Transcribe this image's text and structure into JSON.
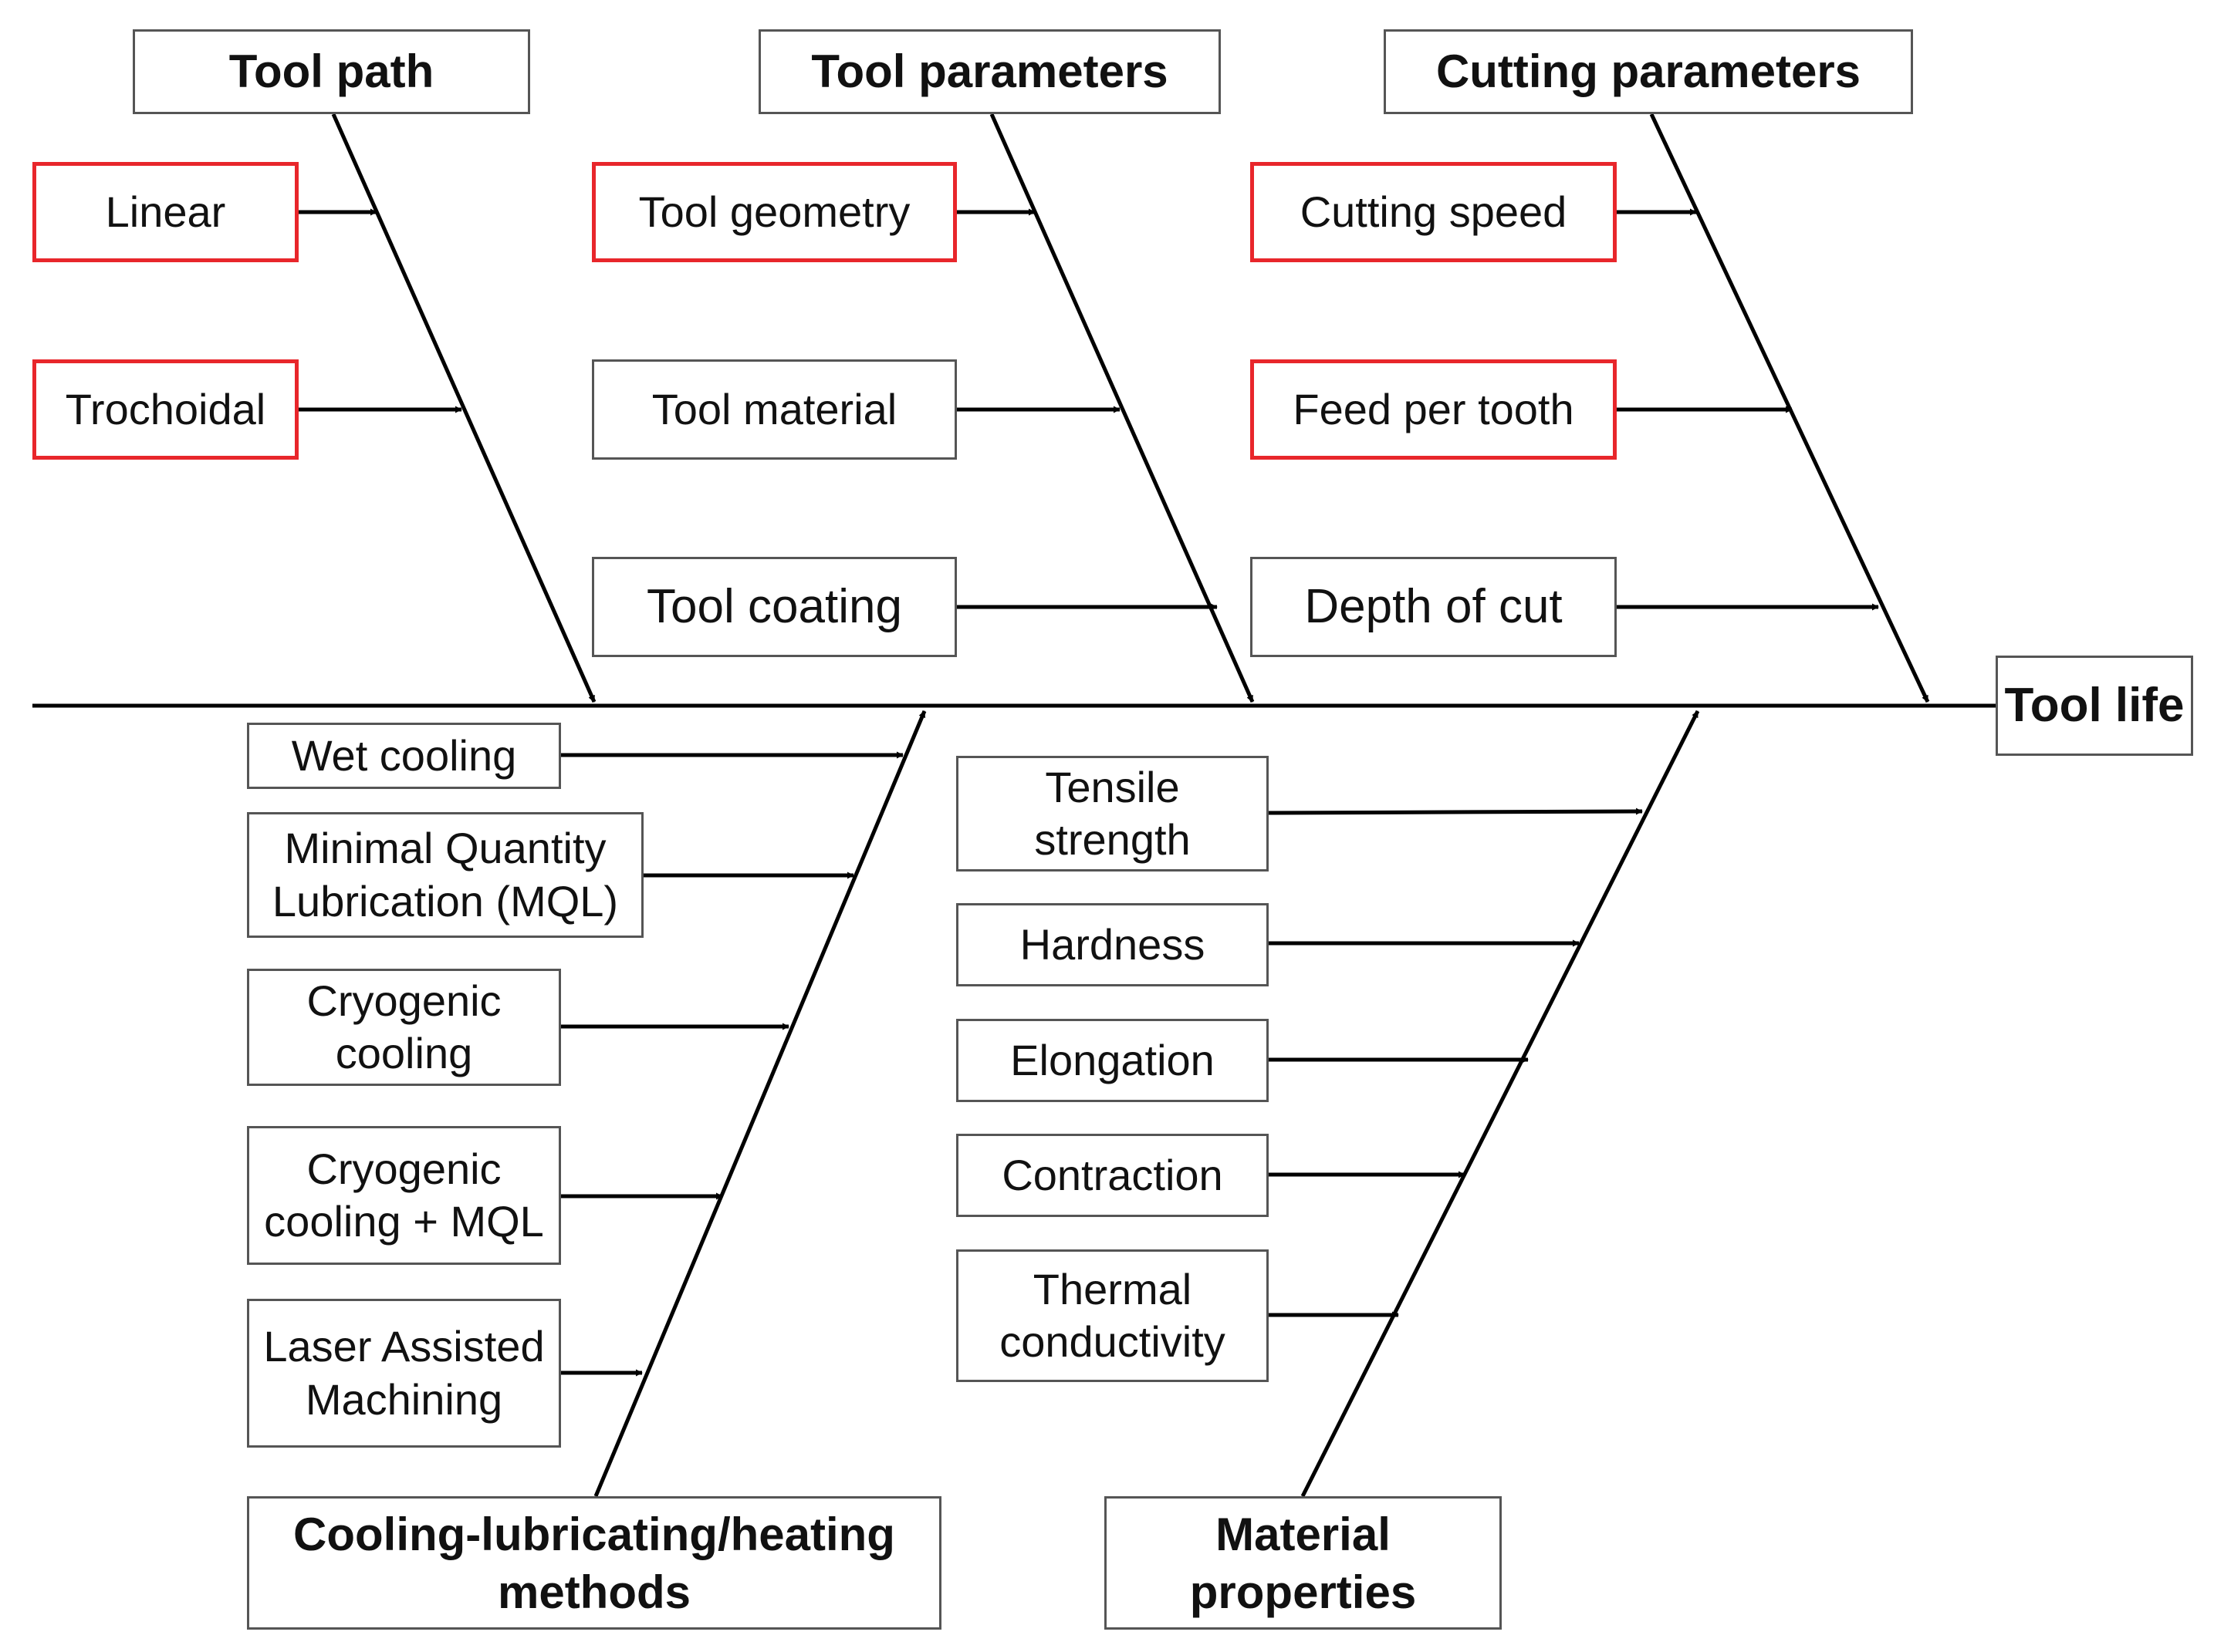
{
  "effect": "Tool life",
  "colors": {
    "line": "#000000",
    "box_border": "#555555",
    "highlight_border": "#e8262b"
  },
  "categories": {
    "tool_path": {
      "title": "Tool path",
      "causes": [
        {
          "label": "Linear",
          "highlighted": true
        },
        {
          "label": "Trochoidal",
          "highlighted": true
        }
      ]
    },
    "tool_parameters": {
      "title": "Tool parameters",
      "causes": [
        {
          "label": "Tool geometry",
          "highlighted": true
        },
        {
          "label": "Tool material",
          "highlighted": false
        },
        {
          "label": "Tool coating",
          "highlighted": false
        }
      ]
    },
    "cutting_parameters": {
      "title": "Cutting parameters",
      "causes": [
        {
          "label": "Cutting speed",
          "highlighted": true
        },
        {
          "label": "Feed per tooth",
          "highlighted": true
        },
        {
          "label": "Depth of cut",
          "highlighted": false
        }
      ]
    },
    "cooling_methods": {
      "title": "Cooling-lubricating/heating methods",
      "causes": [
        {
          "label": "Wet cooling",
          "highlighted": false
        },
        {
          "label": "Minimal Quantity Lubrication (MQL)",
          "highlighted": false
        },
        {
          "label": "Cryogenic cooling",
          "highlighted": false
        },
        {
          "label": "Cryogenic cooling + MQL",
          "highlighted": false
        },
        {
          "label": "Laser Assisted Machining",
          "highlighted": false
        }
      ]
    },
    "material_properties": {
      "title": "Material properties",
      "causes": [
        {
          "label": "Tensile strength",
          "highlighted": false
        },
        {
          "label": "Hardness",
          "highlighted": false
        },
        {
          "label": "Elongation",
          "highlighted": false
        },
        {
          "label": "Contraction",
          "highlighted": false
        },
        {
          "label": "Thermal conductivity",
          "highlighted": false
        }
      ]
    }
  }
}
